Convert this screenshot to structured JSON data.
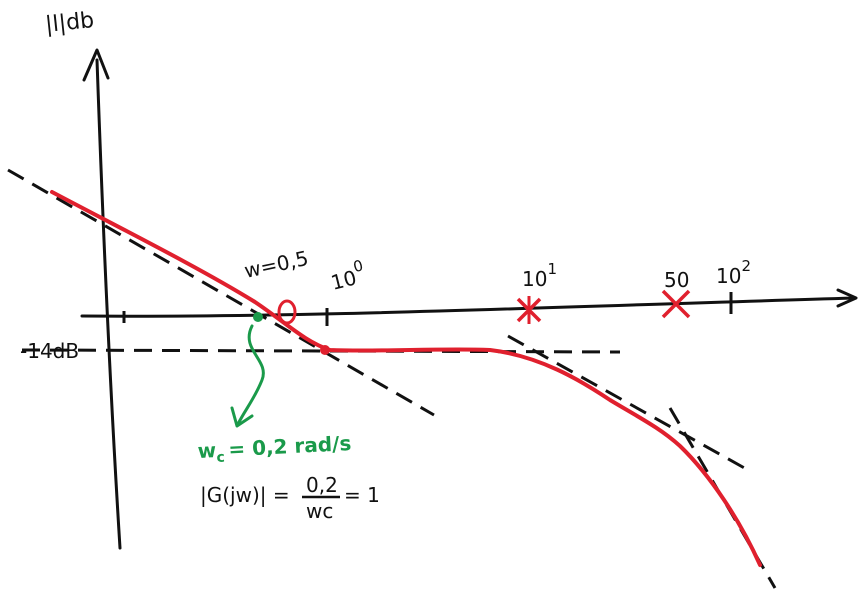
{
  "labels": {
    "y_axis": "|l|db",
    "w05": "w=0,5",
    "ten0": "10",
    "ten0_exp": "0",
    "ten1": "10",
    "ten1_exp": "1",
    "fifty": "50",
    "ten2": "10",
    "ten2_exp": "2",
    "minus14": "-14dB",
    "wc": "w",
    "wc_sub": "c",
    "wc_rest": "= 0,2 rad/s",
    "eq_left": "|G(jw)| =",
    "eq_num": "0,2",
    "eq_den": "wc",
    "eq_right": "= 1"
  },
  "colors": {
    "ink": "#111111",
    "red": "#e0202e",
    "green": "#1a9a4a"
  }
}
